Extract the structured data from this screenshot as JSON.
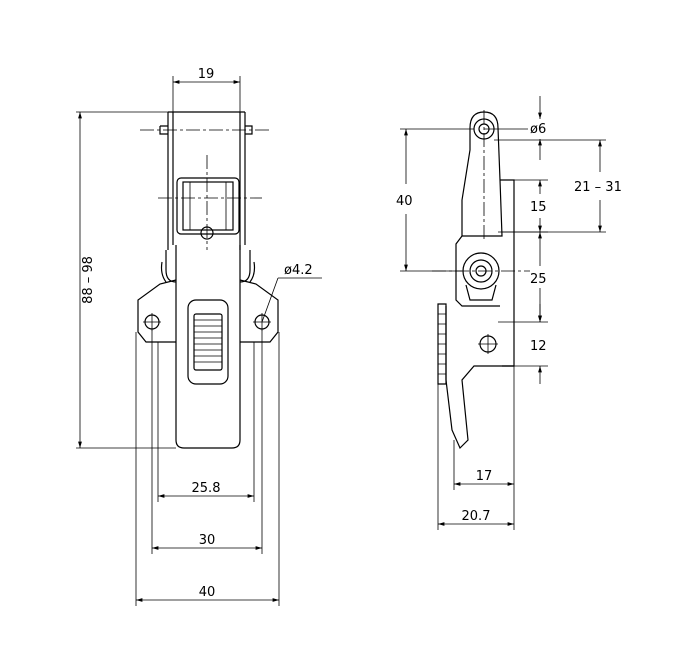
{
  "front_view": {
    "dim_top_width": "19",
    "dim_height_range": "88 – 98",
    "dim_hole_diameter": "ø4.2",
    "dim_inner_width": "25.8",
    "dim_hole_spacing": "30",
    "dim_base_width": "40"
  },
  "side_view": {
    "dim_pin_diameter": "ø6",
    "dim_adjust_range": "21 – 31",
    "dim_hook_height": "40",
    "dim_upper": "15",
    "dim_middle": "25",
    "dim_lower": "12",
    "dim_depth": "17",
    "dim_total_depth": "20.7"
  }
}
